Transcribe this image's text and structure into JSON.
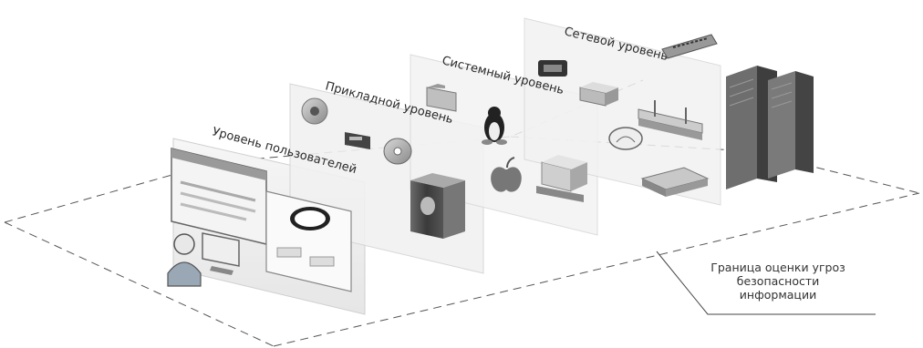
{
  "diagram": {
    "levels": [
      {
        "label": "Уровень пользователей"
      },
      {
        "label": "Прикладной уровень"
      },
      {
        "label": "Системный уровень"
      },
      {
        "label": "Сетевой уровень"
      }
    ],
    "boundary_label": {
      "line1": "Граница оценки угроз",
      "line2": "безопасности",
      "line3": "информации"
    }
  }
}
